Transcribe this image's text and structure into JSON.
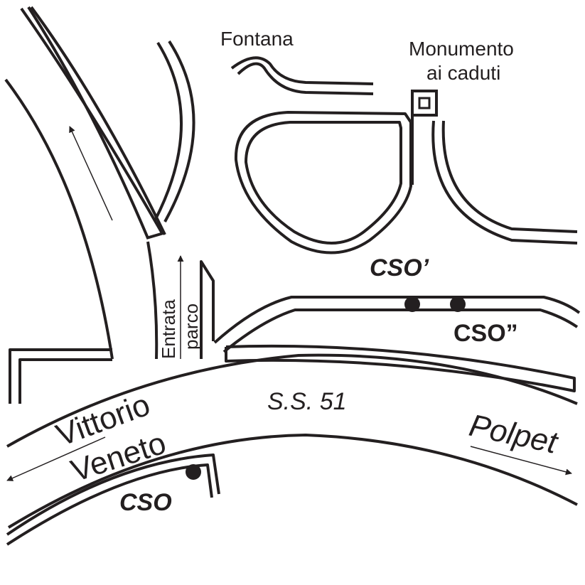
{
  "map": {
    "labels": {
      "fontana": "Fontana",
      "monumento_line1": "Monumento",
      "monumento_line2": "ai caduti",
      "cso_prime": "CSO’",
      "cso_double": "CSO”",
      "cso": "CSO",
      "entrata": "Entrata",
      "parco": "parco",
      "road_number": "S.S. 51",
      "vittorio": "Vittorio",
      "veneto": "Veneto",
      "polpet": "Polpet"
    },
    "colors": {
      "ink": "#231f20",
      "background": "#ffffff"
    },
    "markers": [
      "cso-point",
      "cso-double-point-left",
      "cso-double-point-right"
    ],
    "arrows": [
      "north-arrow",
      "entrata-parco-arrow",
      "vittorio-veneto-arrow",
      "polpet-arrow"
    ]
  }
}
